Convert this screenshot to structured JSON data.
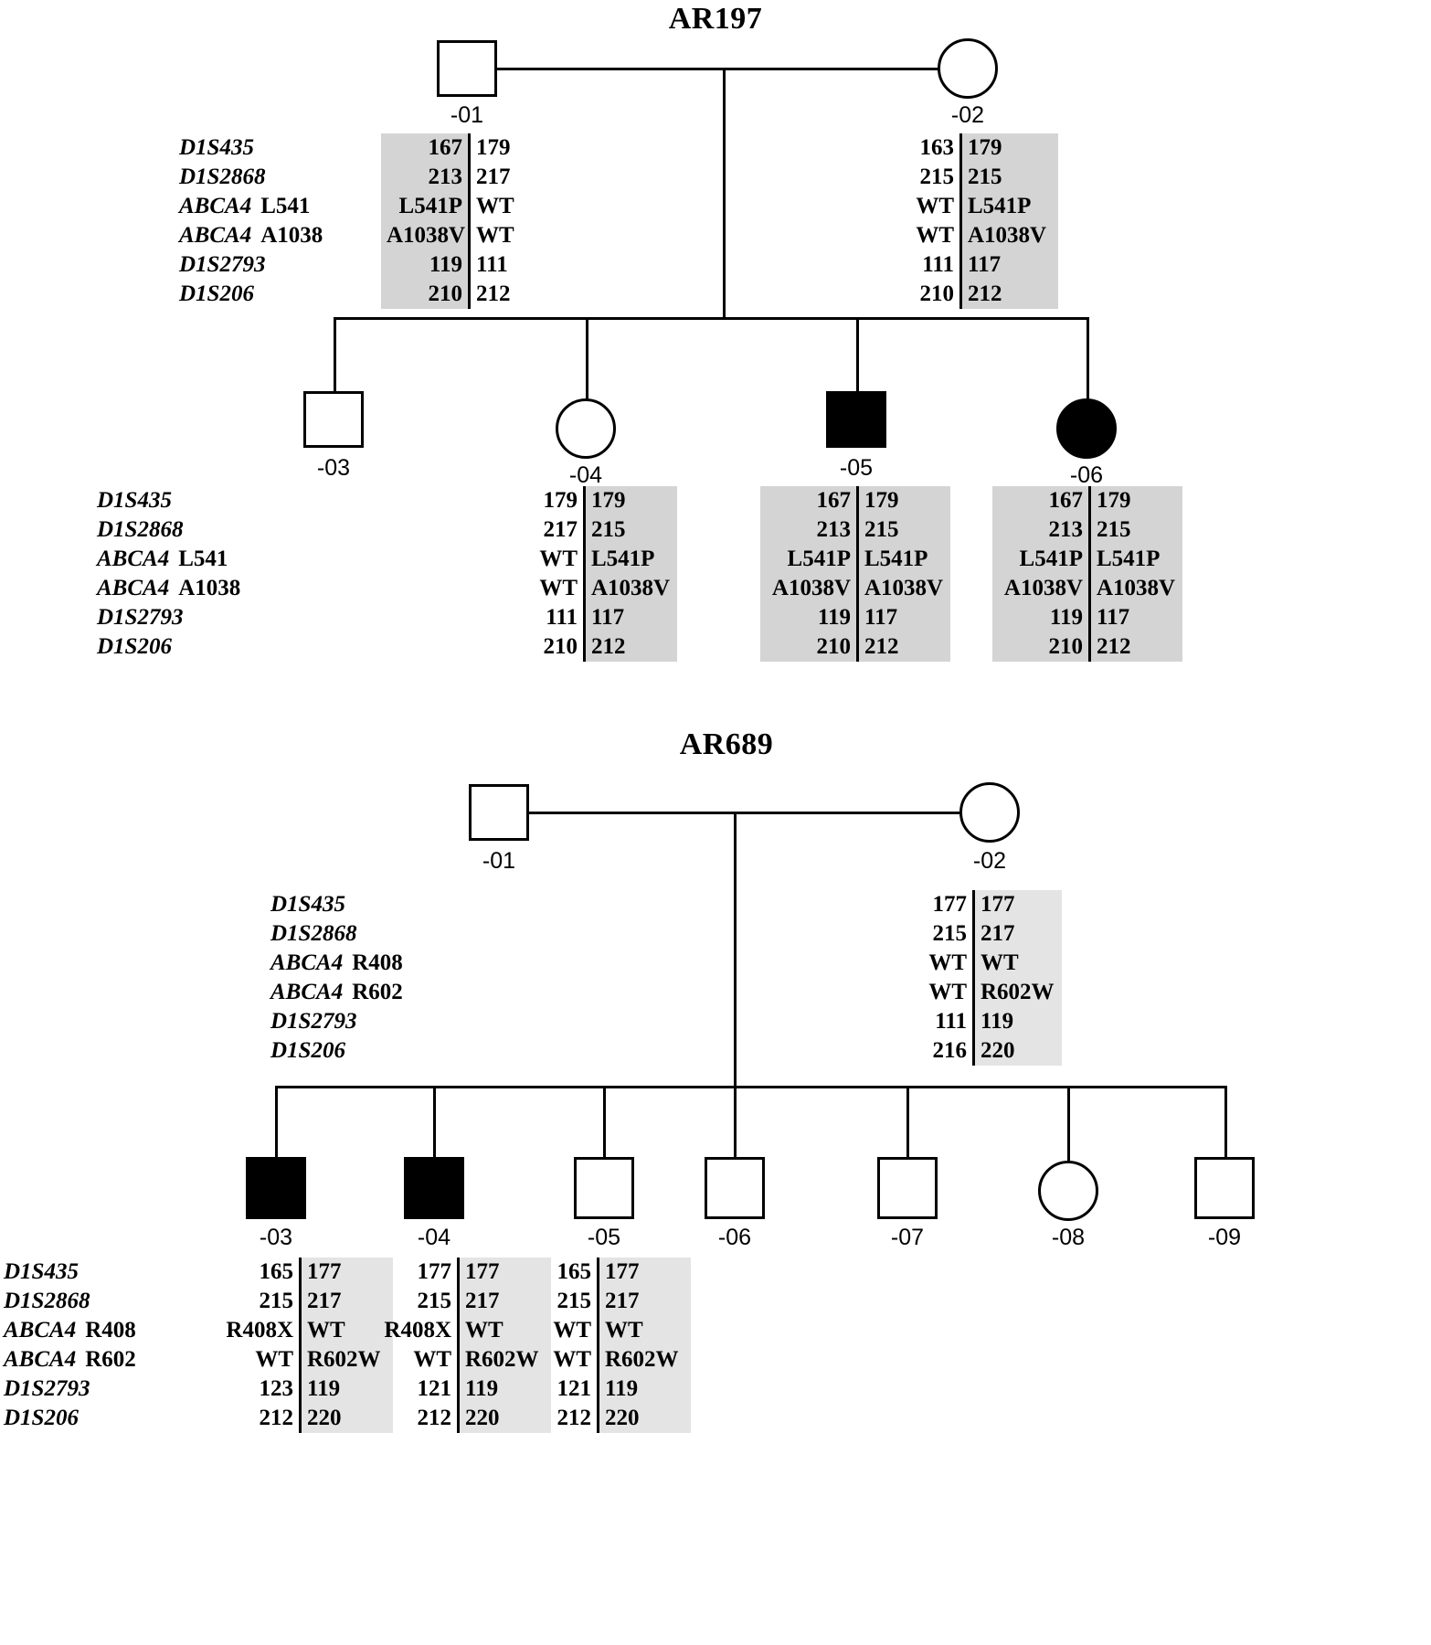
{
  "pedigrees": [
    {
      "id": "AR197",
      "title": "AR197",
      "markers": [
        {
          "name": "D1S435",
          "sub": ""
        },
        {
          "name": "D1S2868",
          "sub": ""
        },
        {
          "name": "ABCA4",
          "sub": "L541"
        },
        {
          "name": "ABCA4",
          "sub": "A1038"
        },
        {
          "name": "D1S2793",
          "sub": ""
        },
        {
          "name": "D1S206",
          "sub": ""
        }
      ],
      "generation1": [
        {
          "id": "-01",
          "shape": "square",
          "affected": false,
          "left": {
            "shaded": true,
            "align": "right",
            "alleles": [
              "167",
              "213",
              "L541P",
              "A1038V",
              "119",
              "210"
            ]
          },
          "right": {
            "shaded": false,
            "align": "left",
            "alleles": [
              "179",
              "217",
              "WT",
              "WT",
              "111",
              "212"
            ]
          }
        },
        {
          "id": "-02",
          "shape": "circle",
          "affected": false,
          "left": {
            "shaded": false,
            "align": "right",
            "alleles": [
              "163",
              "215",
              "WT",
              "WT",
              "111",
              "210"
            ]
          },
          "right": {
            "shaded": true,
            "align": "left",
            "alleles": [
              "179",
              "215",
              "L541P",
              "A1038V",
              "117",
              "212"
            ]
          }
        }
      ],
      "generation2": [
        {
          "id": "-03",
          "shape": "square",
          "affected": false,
          "left": null,
          "right": null
        },
        {
          "id": "-04",
          "shape": "circle",
          "affected": false,
          "left": {
            "shaded": false,
            "align": "right",
            "alleles": [
              "179",
              "217",
              "WT",
              "WT",
              "111",
              "210"
            ]
          },
          "right": {
            "shaded": true,
            "align": "left",
            "alleles": [
              "179",
              "215",
              "L541P",
              "A1038V",
              "117",
              "212"
            ]
          }
        },
        {
          "id": "-05",
          "shape": "square",
          "affected": true,
          "left": {
            "shaded": true,
            "align": "right",
            "alleles": [
              "167",
              "213",
              "L541P",
              "A1038V",
              "119",
              "210"
            ]
          },
          "right": {
            "shaded": true,
            "align": "left",
            "alleles": [
              "179",
              "215",
              "L541P",
              "A1038V",
              "117",
              "212"
            ]
          }
        },
        {
          "id": "-06",
          "shape": "circle",
          "affected": true,
          "left": {
            "shaded": true,
            "align": "right",
            "alleles": [
              "167",
              "213",
              "L541P",
              "A1038V",
              "119",
              "210"
            ]
          },
          "right": {
            "shaded": true,
            "align": "left",
            "alleles": [
              "179",
              "215",
              "L541P",
              "A1038V",
              "117",
              "212"
            ]
          }
        }
      ]
    },
    {
      "id": "AR689",
      "title": "AR689",
      "markers": [
        {
          "name": "D1S435",
          "sub": ""
        },
        {
          "name": "D1S2868",
          "sub": ""
        },
        {
          "name": "ABCA4",
          "sub": "R408"
        },
        {
          "name": "ABCA4",
          "sub": "R602"
        },
        {
          "name": "D1S2793",
          "sub": ""
        },
        {
          "name": "D1S206",
          "sub": ""
        }
      ],
      "generation1": [
        {
          "id": "-01",
          "shape": "square",
          "affected": false,
          "left": null,
          "right": null
        },
        {
          "id": "-02",
          "shape": "circle",
          "affected": false,
          "left": {
            "shaded": false,
            "align": "right",
            "alleles": [
              "177",
              "215",
              "WT",
              "WT",
              "111",
              "216"
            ]
          },
          "right": {
            "shaded": true,
            "align": "left",
            "alleles": [
              "177",
              "217",
              "WT",
              "R602W",
              "119",
              "220"
            ]
          }
        }
      ],
      "generation2": [
        {
          "id": "-03",
          "shape": "square",
          "affected": true,
          "left": {
            "shaded": false,
            "align": "right",
            "alleles": [
              "165",
              "215",
              "R408X",
              "WT",
              "123",
              "212"
            ]
          },
          "right": {
            "shaded": true,
            "align": "left",
            "alleles": [
              "177",
              "217",
              "WT",
              "R602W",
              "119",
              "220"
            ]
          }
        },
        {
          "id": "-04",
          "shape": "square",
          "affected": true,
          "left": {
            "shaded": false,
            "align": "right",
            "alleles": [
              "177",
              "215",
              "R408X",
              "WT",
              "121",
              "212"
            ]
          },
          "right": {
            "shaded": true,
            "align": "left",
            "alleles": [
              "177",
              "217",
              "WT",
              "R602W",
              "119",
              "220"
            ]
          }
        },
        {
          "id": "-05",
          "shape": "square",
          "affected": false,
          "left": {
            "shaded": false,
            "align": "right",
            "alleles": [
              "165",
              "215",
              "WT",
              "WT",
              "121",
              "212"
            ]
          },
          "right": {
            "shaded": true,
            "align": "left",
            "alleles": [
              "177",
              "217",
              "WT",
              "R602W",
              "119",
              "220"
            ]
          }
        },
        {
          "id": "-06",
          "shape": "square",
          "affected": false,
          "left": null,
          "right": null
        },
        {
          "id": "-07",
          "shape": "square",
          "affected": false,
          "left": null,
          "right": null
        },
        {
          "id": "-08",
          "shape": "circle",
          "affected": false,
          "left": null,
          "right": null
        },
        {
          "id": "-09",
          "shape": "square",
          "affected": false,
          "left": null,
          "right": null
        }
      ]
    }
  ],
  "colors": {
    "shade_dark": "#d4d4d4",
    "shade_light": "#e4e4e4",
    "line": "#000000",
    "affected_fill": "#000000",
    "background": "#ffffff"
  }
}
